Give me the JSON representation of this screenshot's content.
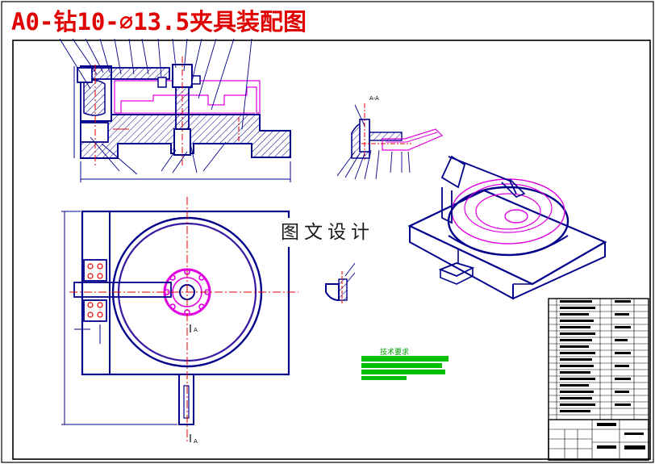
{
  "title": "A0-钻10-⌀13.5夹具装配图",
  "watermark": "图文设计",
  "section_label": "A-A",
  "section_mark": "A",
  "tech_requirements_title": "技术要求",
  "colors": {
    "outline": "#00008b",
    "centerline": "#e00000",
    "workpiece": "#e000e0",
    "hatch": "#00008b",
    "tech_text": "#00a000",
    "title": "#e00000"
  }
}
